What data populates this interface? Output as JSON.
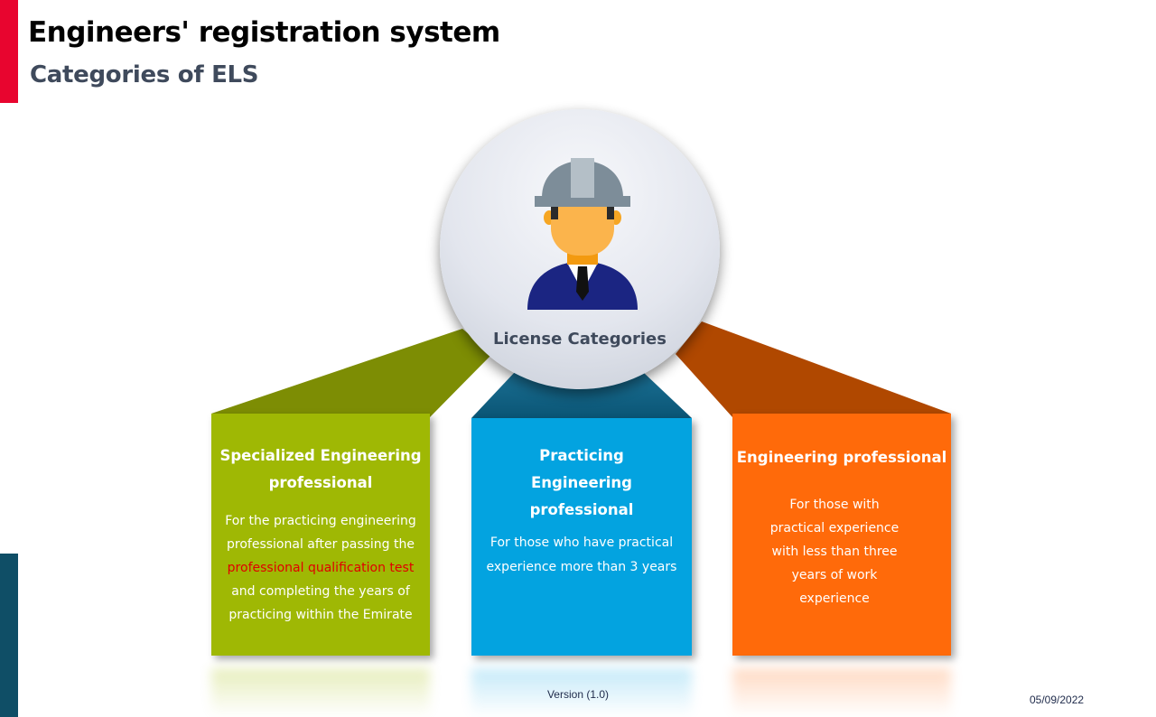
{
  "header": {
    "title": "Engineers' registration system",
    "subtitle": "Categories of ELS"
  },
  "center": {
    "label": "License Categories",
    "icon": "engineer-icon"
  },
  "cards": [
    {
      "title": "Specialized Engineering professional",
      "desc_before": "For the practicing engineering professional after passing the",
      "desc_highlight": "professional qualification test",
      "desc_after": "and completing the years of practicing within the Emirate",
      "color": "#9fb804"
    },
    {
      "title": "Practicing Engineering professional",
      "desc": "For those who have practical experience more than 3 years",
      "color": "#03a3e0"
    },
    {
      "title": "Engineering professional",
      "desc": "For those with practical experience with less than three years of work experience",
      "color": "#ff6a0a"
    }
  ],
  "footer": {
    "version": "Version (1.0)",
    "date": "05/09/2022"
  },
  "colors": {
    "accent_red": "#e8052f",
    "accent_teal": "#0f4e66",
    "highlight_red": "#e00000"
  }
}
